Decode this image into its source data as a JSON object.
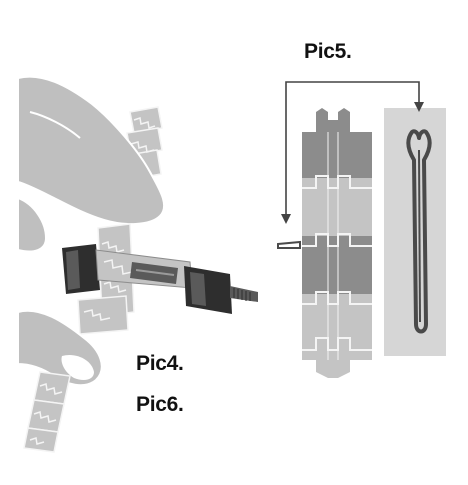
{
  "labels": {
    "pic5": "Pic5.",
    "pic4": "Pic4.",
    "pic6": "Pic6."
  },
  "icons": {
    "left_illustration": "hand-holding-watch-band-with-pin-removal-tool",
    "right_illustration": "watch-band-links-with-cotter-pin",
    "arrow": "insertion-direction-arrow"
  },
  "colors": {
    "background": "#ffffff",
    "hand": "#bfbfbf",
    "hand_edge": "#ffffff",
    "band_light": "#c4c4c4",
    "band_dark": "#8c8c8c",
    "band_line": "#f4f4f4",
    "tool_dark": "#2e2e2e",
    "tool_mid": "#5a5a5a",
    "pin_panel": "#d6d6d6",
    "pin": "#4a4a4a",
    "arrow": "#444444",
    "text": "#111111"
  }
}
